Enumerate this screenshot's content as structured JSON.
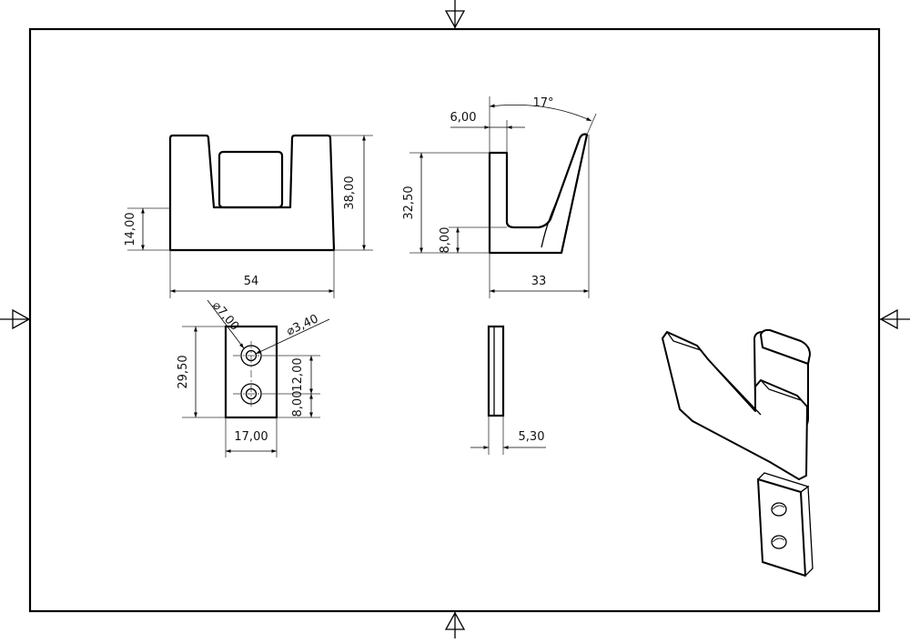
{
  "dimensions": {
    "front_height": "38,00",
    "front_base_height": "14,00",
    "front_width": "54",
    "side_height": "32,50",
    "side_base_height": "8,00",
    "side_thickness": "6,00",
    "side_angle": "17°",
    "side_depth": "33",
    "plate_height": "29,50",
    "plate_width": "17,00",
    "hole_outer_dia": "⌀7,00",
    "hole_inner_dia": "⌀3,40",
    "hole_spacing": "12,00",
    "hole_offset": "8,00",
    "plate_thickness": "5,30"
  }
}
